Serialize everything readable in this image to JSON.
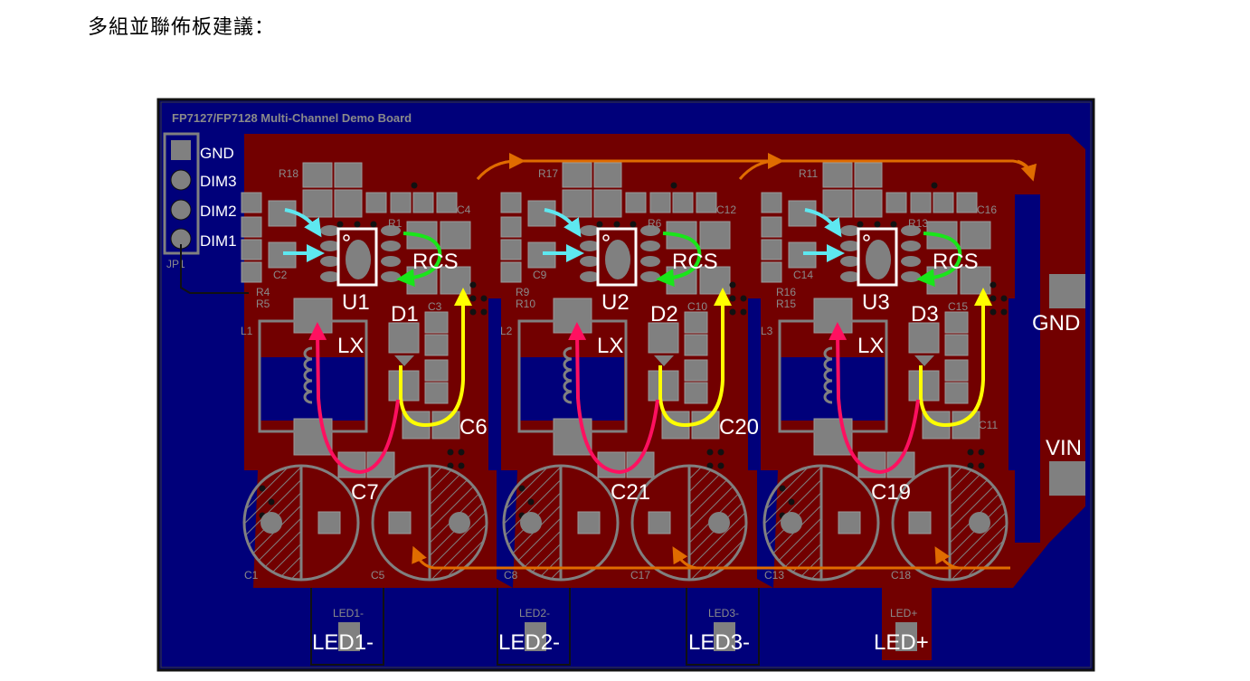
{
  "heading": "多組並聯佈板建議：",
  "board": {
    "title": "FP7127/FP7128 Multi-Channel Demo Board",
    "jp1": {
      "label": "JP1",
      "pins": [
        "GND",
        "DIM3",
        "DIM2",
        "DIM1"
      ]
    },
    "gnd_label": "GND",
    "vin_label": "VIN",
    "channels": [
      {
        "u": "U1",
        "d": "D1",
        "rcs": "RCS",
        "lx": "LX",
        "cout": "C6",
        "cin": "C7",
        "silk": {
          "r_top": "R18",
          "r1": "R1",
          "c_top": "C4",
          "c_left": "C2",
          "r_a": "R4",
          "r_b": "R5",
          "c_d": "C3",
          "l": "L1",
          "cap_l": "C1",
          "cap_r": "C5"
        }
      },
      {
        "u": "U2",
        "d": "D2",
        "rcs": "RCS",
        "lx": "LX",
        "cout": "C20",
        "cin": "C21",
        "silk": {
          "r_top": "R17",
          "r1": "R6",
          "c_top": "C12",
          "c_left": "C9",
          "r_a": "R9",
          "r_b": "R10",
          "c_d": "C10",
          "l": "L2",
          "cap_l": "C8",
          "cap_r": "C17"
        }
      },
      {
        "u": "U3",
        "d": "D3",
        "rcs": "RCS",
        "lx": "LX",
        "cout": "C11",
        "cin": "C19",
        "silk": {
          "r_top": "R11",
          "r1": "R13",
          "c_top": "C16",
          "c_left": "C14",
          "r_a": "R16",
          "r_b": "R15",
          "c_d": "C15",
          "l": "L3",
          "cap_l": "C13",
          "cap_r": "C18"
        }
      }
    ],
    "led_connectors": [
      {
        "label": "LED1-",
        "silk": "LED1-"
      },
      {
        "label": "LED2-",
        "silk": "LED2-"
      },
      {
        "label": "LED3-",
        "silk": "LED3-"
      },
      {
        "label": "LED+",
        "silk": "LED+"
      }
    ],
    "colors": {
      "substrate": "#00007a",
      "copper": "#720000",
      "pad": "#808080",
      "arrow_orange": "#e06c00",
      "arrow_cyan": "#5ee8f0",
      "arrow_green": "#19e619",
      "arrow_yellow": "#ffff00",
      "arrow_pink": "#ff1060"
    }
  }
}
